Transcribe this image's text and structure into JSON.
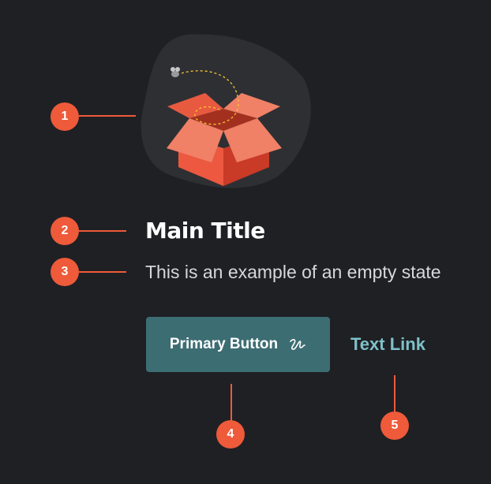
{
  "markers": [
    "1",
    "2",
    "3",
    "4",
    "5"
  ],
  "empty_state": {
    "title": "Main Title",
    "description": "This is an example of an empty state",
    "primary_button_label": "Primary Button",
    "primary_button_icon": "scribble-icon",
    "text_link_label": "Text Link",
    "illustration": "open-box-icon"
  },
  "colors": {
    "background": "#1f2024",
    "marker": "#ee5a3a",
    "primary_button": "#3c6d73",
    "text_link": "#7ec1c8",
    "blob": "#2e2f33",
    "box_dark": "#c93a27",
    "box_mid": "#ec5840",
    "box_light": "#f08066",
    "dashed_path": "#f4c430"
  }
}
